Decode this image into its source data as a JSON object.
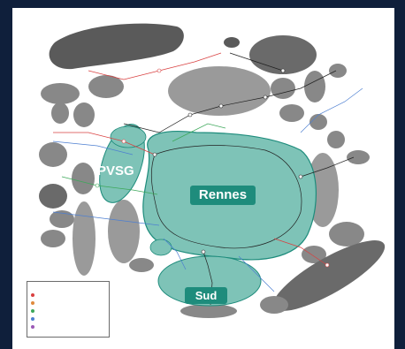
{
  "zones": {
    "pvsg": "PVSG",
    "rennes": "Rennes",
    "sud": "Sud"
  },
  "colors": {
    "background": "#0f1f3b",
    "zone_teal": "#7ec3b7",
    "zone_teal_dark": "#1e8c7c",
    "gray_zone": "#8a8a8a",
    "dark_zone": "#5a5a5a",
    "line_blue": "#4d7fd1",
    "line_red": "#d94040",
    "line_green": "#3da85a",
    "line_black": "#222222"
  },
  "legend": {
    "title": "",
    "items": [
      {
        "label": "",
        "color": "#d94040"
      },
      {
        "label": "",
        "color": "#e08a3c"
      },
      {
        "label": "",
        "color": "#3da85a"
      },
      {
        "label": "",
        "color": "#4d7fd1"
      },
      {
        "label": "",
        "color": "#9b59b6"
      }
    ]
  }
}
